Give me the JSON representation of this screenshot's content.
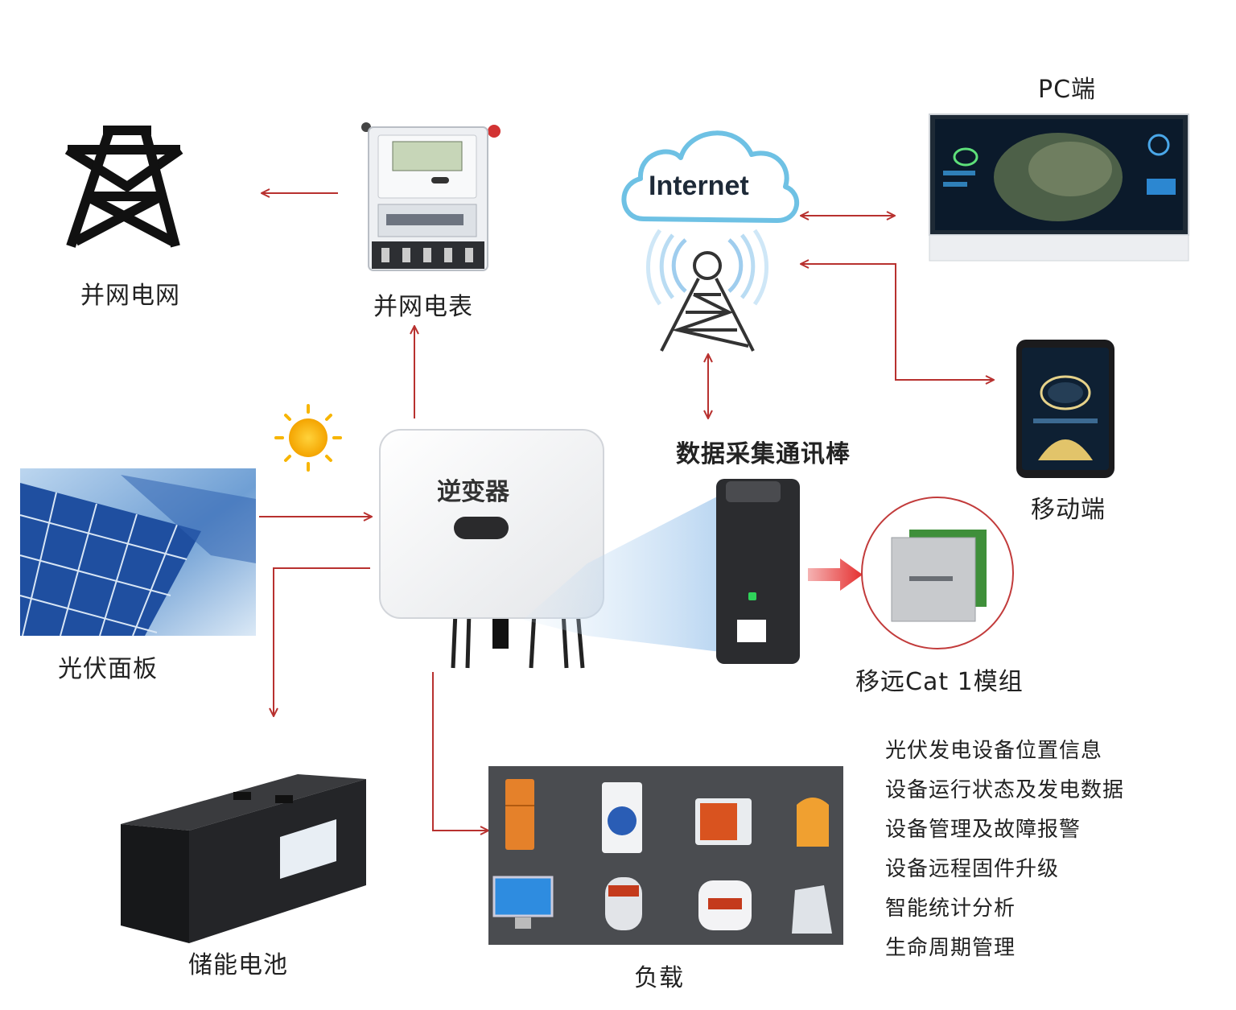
{
  "labels": {
    "grid": "并网电网",
    "meter": "并网电表",
    "pc": "PC端",
    "mobile": "移动端",
    "internet": "Internet",
    "dongle": "数据采集通讯棒",
    "inverter": "逆变器",
    "solar": "光伏面板",
    "module": "移远Cat 1模组",
    "battery": "储能电池",
    "load": "负载"
  },
  "features": [
    "光伏发电设备位置信息",
    "设备运行状态及发电数据",
    "设备管理及故障报警",
    "设备远程固件升级",
    "智能统计分析",
    "生命周期管理"
  ],
  "colors": {
    "arrow": "#b8312f",
    "cloud": "#6ec1e4",
    "sun": "#f7b500",
    "panel": "#1f4fa0"
  },
  "icons": {
    "grid": "power-tower-icon",
    "meter": "electric-meter-icon",
    "cloud": "cloud-icon",
    "tower": "signal-tower-icon",
    "pc": "monitor-icon",
    "mobile": "phone-icon",
    "sun": "sun-icon",
    "solar": "solar-panel-icon",
    "inverter": "inverter-icon",
    "dongle": "usb-dongle-icon",
    "module": "chip-module-icon",
    "battery": "battery-icon",
    "load": "appliances-icon"
  }
}
